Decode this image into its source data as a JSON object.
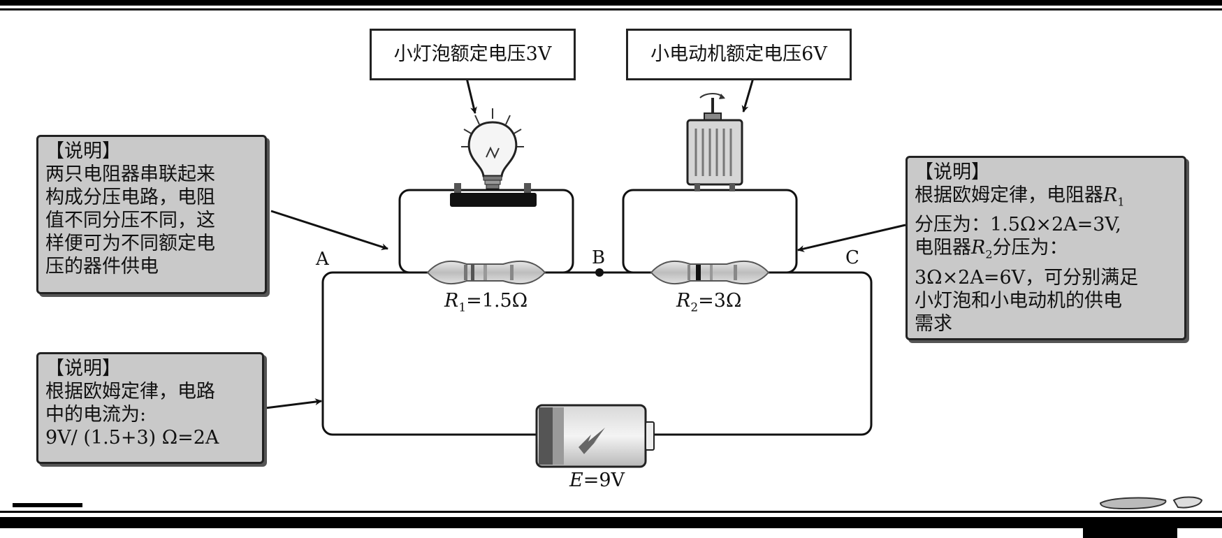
{
  "labels": {
    "bulb": "小灯泡额定电压3V",
    "motor": "小电动机额定电压6V"
  },
  "points": {
    "a": "A",
    "b": "B",
    "c": "C"
  },
  "components": {
    "r1": {
      "symbol": "R",
      "sub": "1",
      "value": "=1.5Ω"
    },
    "r2": {
      "symbol": "R",
      "sub": "2",
      "value": "=3Ω"
    },
    "battery": {
      "symbol": "E",
      "value": "=9V"
    }
  },
  "notes": {
    "left_top": {
      "title": "【说明】",
      "lines": [
        "两只电阻器串联起来",
        "构成分压电路，电阻",
        "值不同分压不同，这",
        "样便可为不同额定电",
        "压的器件供电"
      ]
    },
    "left_bottom": {
      "title": "【说明】",
      "lines": [
        "根据欧姆定律，电路",
        "中的电流为:",
        "9V/ (1.5+3) Ω=2A"
      ]
    },
    "right": {
      "title": "【说明】",
      "line1_text": "根据欧姆定律，电阻器",
      "line1_sym": "R",
      "line1_sub": "1",
      "line2": "分压为：1.5Ω×2A=3V,",
      "line3_pre": "电阻器",
      "line3_sym": "R",
      "line3_sub": "2",
      "line3_post": "分压为：",
      "line4": "3Ω×2A=6V，可分别满足",
      "line5": "小灯泡和小电动机的供电",
      "line6": "需求"
    }
  },
  "icons": [
    "bulb-icon",
    "motor-icon",
    "battery-icon",
    "resistor-icon"
  ]
}
